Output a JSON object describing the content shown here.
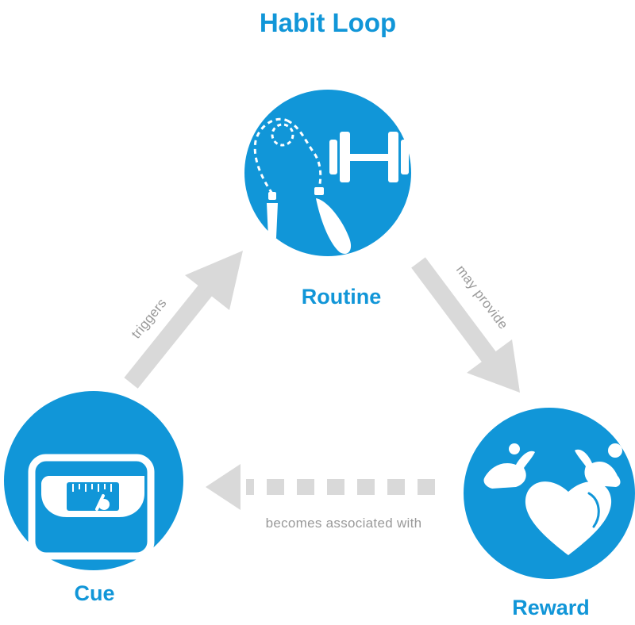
{
  "title": "Habit Loop",
  "nodes": {
    "routine": {
      "label": "Routine",
      "icons": [
        "jump-rope-icon",
        "dumbbell-icon"
      ]
    },
    "reward": {
      "label": "Reward",
      "icons": [
        "flexed-biceps-icon",
        "heart-icon"
      ]
    },
    "cue": {
      "label": "Cue",
      "icons": [
        "bathroom-scale-icon"
      ]
    }
  },
  "edges": [
    {
      "from": "cue",
      "to": "routine",
      "label": "triggers",
      "style": "solid"
    },
    {
      "from": "routine",
      "to": "reward",
      "label": "may provide",
      "style": "solid"
    },
    {
      "from": "reward",
      "to": "cue",
      "label": "becomes associated with",
      "style": "dashed"
    }
  ],
  "colors": {
    "accent": "#1196d8",
    "arrow": "#d9d9d9",
    "edge_text": "#9a9a9a",
    "background": "#ffffff"
  }
}
